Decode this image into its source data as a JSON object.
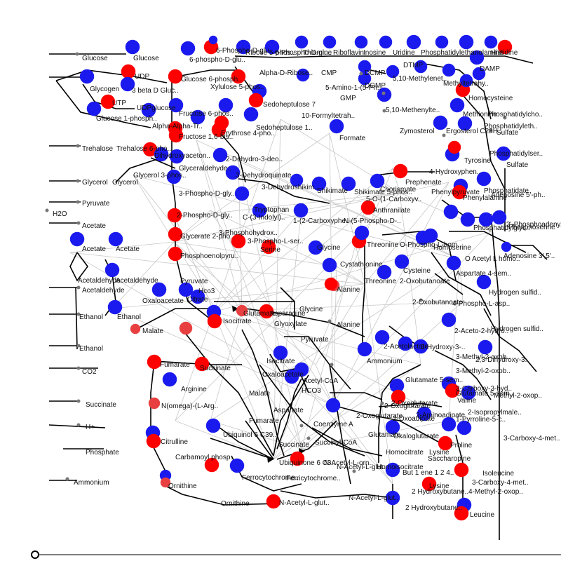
{
  "colors": {
    "flux_high": "#ff0000",
    "flux_mid": "#e84040",
    "flux_low": "#1a1aee",
    "edge": "#000000",
    "faint_edge": "#c8c8c8"
  },
  "labels": [
    "Glucose",
    "Glucose",
    "6-phospho-D-glu..",
    "6-Phospho-D-glu..",
    "Ribose 5-phos..",
    "6-Phospho-D-glu..",
    "Thiamine",
    "Riboflavin",
    "Inosine",
    "Uridine",
    "Phosphatidylethanolamine",
    "Histidine",
    "UDP",
    "Glycogen",
    "3 beta D Gluc..",
    "Glucose 6-phosph..",
    "Xylulose 5-phos..",
    "Alpha-D-Ribose..",
    "CMP",
    "GMP",
    "5-Amino-1-(5-Ph..",
    "DCMP",
    "DGMP",
    "DTMP",
    "DAMP",
    "5,10-Methylenet..",
    "Methyltetrahy..",
    "UTP",
    "UDPglucose",
    "Glucose 1-phosph..",
    "Fructose 6-phos..",
    "Sedoheptulose 7",
    "Sedoheptulose 1..",
    "10-Formyltetrah..",
    "5,10-Methenylte..",
    "Homocysteine",
    "Methionine",
    "Phosphatidylcho..",
    "Phosphatidyleth..",
    "Alpha-Alpha-Tr..",
    "Fructose 1,6-bis..",
    "Erythrose 4-pho..",
    "Formate",
    "Zymosterol",
    "Ergosterol C28H..",
    "Sulfate",
    "Trehalose",
    "Trehalose 6-pho..",
    "Dihydroxyaceton..",
    "2-Dehydro-3-deo..",
    "Phosphatidylser..",
    "Sulfate",
    "Glycerol",
    "Glycerol",
    "Glycerol 3-phos..",
    "Glyceraldehyde..",
    "3-Dehydroquinate",
    "Tyrosine",
    "4-Hydroxyphen..",
    "Prephenate",
    "Chorismate",
    "Phosphatidate",
    "Adenosine 5'-ph..",
    "Pyruvate",
    "3-Phospho-D-gly..",
    "3-Dehydroshikim..",
    "Shikimate",
    "Shikimate 5-phos..",
    "5-O-(1-Carboxyv..",
    "Phenylpyruvate",
    "Phenylalanine",
    "3'-Phosphoadeny..",
    "H2O",
    "Acetate",
    "2-Phospho-D-gly..",
    "Tryptophan",
    "Anthranilate",
    "1-(2-Carboxyphe..",
    "N-(5-Phospho-D-..",
    "C-(3-Indolyl)..",
    "Phosphatidylglyc..",
    "Phosphoserine",
    "Acetate",
    "Acetate",
    "Glycerate 2-pho..",
    "3-Phosphohydrox..",
    "3-Phospho-L-ser..",
    "Glycine",
    "Serine",
    "Threonine",
    "O-Phospho-L-hom..",
    "Homoserine",
    "O Acetyl L homo..",
    "Adenosine 3',5'..",
    "Phosphoenolpyru..",
    "Cystathionine",
    "Cysteine",
    "Aspartate 4-sem..",
    "Acetaldehyde",
    "Acetaldehyde",
    "Acetaldehyde",
    "Pyruvate",
    "Threonine",
    "2-Oxobutanoate",
    "Hydrogen sulfid..",
    "Hco3",
    "Citrate",
    "Alanine",
    "Oxaloacetate",
    "Isocitrate",
    "Glycine",
    "Glutamate",
    "Asparagine",
    "4-Phospho-L-asp..",
    "2-Oxobutanoate",
    "Ethanol",
    "Ethanol",
    "Glyoxylate",
    "Alanine",
    "2-Aceto-2-hydro..",
    "Hydrogen sulfid..",
    "Malate",
    "Pyruvate",
    "Ethanol",
    "2-Acetolactate",
    "3-Hydroxy-3-..",
    "3-Methyl-2-oxob..",
    "Fumarate",
    "Succinate",
    "Ammonium",
    "2,3-Dihydroxy-3..",
    "Isocitrate",
    "Acetyl-CoA",
    "3-Methyl-2-oxob..",
    "CO2",
    "Arginine",
    "Oxaloacetate",
    "Glutamate 5-sem..",
    "3-Carboxy-3-hyd..",
    "Valine",
    "Malate",
    "HCO3",
    "2-Oxoglutarate",
    "Aspartate",
    "N(omega)-(L-Arg..",
    "Succinate",
    "Glutamate 5-sem..",
    "Methyl-2-oxop..",
    "2-Oxoglutarate",
    "1-Pyrroline-5-c..",
    "Fumarate",
    "Coenzyme A",
    "2-Oxoadipate",
    "2-Isopropylmale..",
    "H+",
    "2-Aminoadipate",
    "3-Carboxy-4-met..",
    "2-Oxoglutarate",
    "Glutamate",
    "Oxaloglutarate",
    "Proline",
    "Ubiquinol 6 C39..",
    "Citrulline",
    "Phosphate",
    "Succinate",
    "Succinyl-CoA",
    "Lysine",
    "Homocitrate",
    "Saccharopine",
    "Carbamoyl phosp..",
    "Ubiquinone 6 C3..",
    "N-Acetyl-L-orn..",
    "Homoisocitrate",
    "Ferrocytochrome..",
    "Ferricytochrome..",
    "N-Acetyl-L-glut..",
    "But 1 ene 1 2 4..",
    "3-Carboxy-4-met..",
    "Isoleucine",
    "Ammonium",
    "Ornithine",
    "2 Hydroxybutane..",
    "Lysine",
    "4-Methyl-2-oxop..",
    "Ornithine",
    "N-Acetyl-L-glut..",
    "N-Acetyl-L-glut..",
    "2 Hydroxybutane..",
    "Leucine"
  ]
}
